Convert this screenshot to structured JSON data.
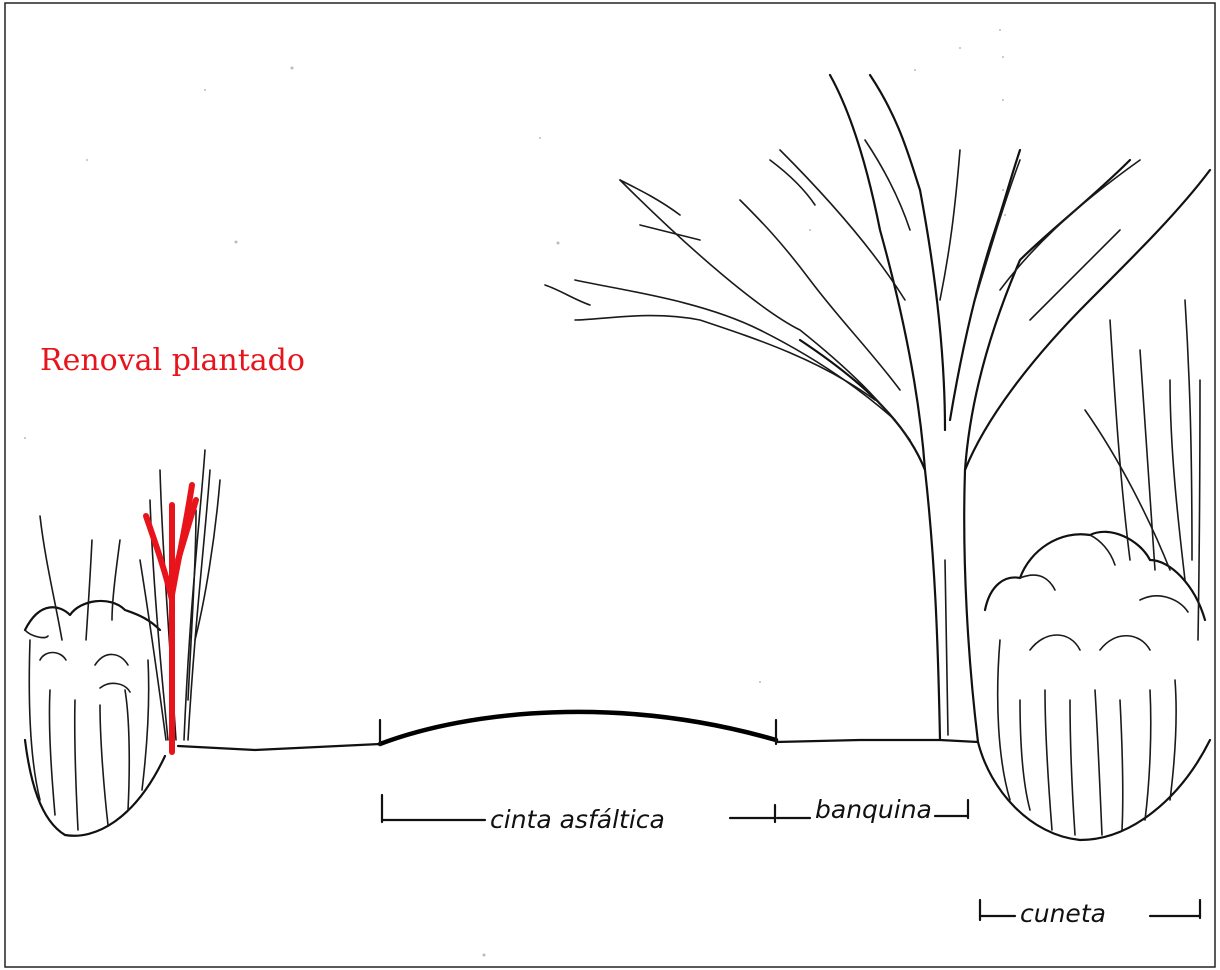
{
  "labels": {
    "renoval": "Renoval plantado",
    "cinta": "cinta asfáltica",
    "banquina": "banquina",
    "cuneta": "cuneta"
  },
  "colors": {
    "ink": "#111111",
    "highlight": "#e8141c",
    "background": "#ffffff"
  }
}
